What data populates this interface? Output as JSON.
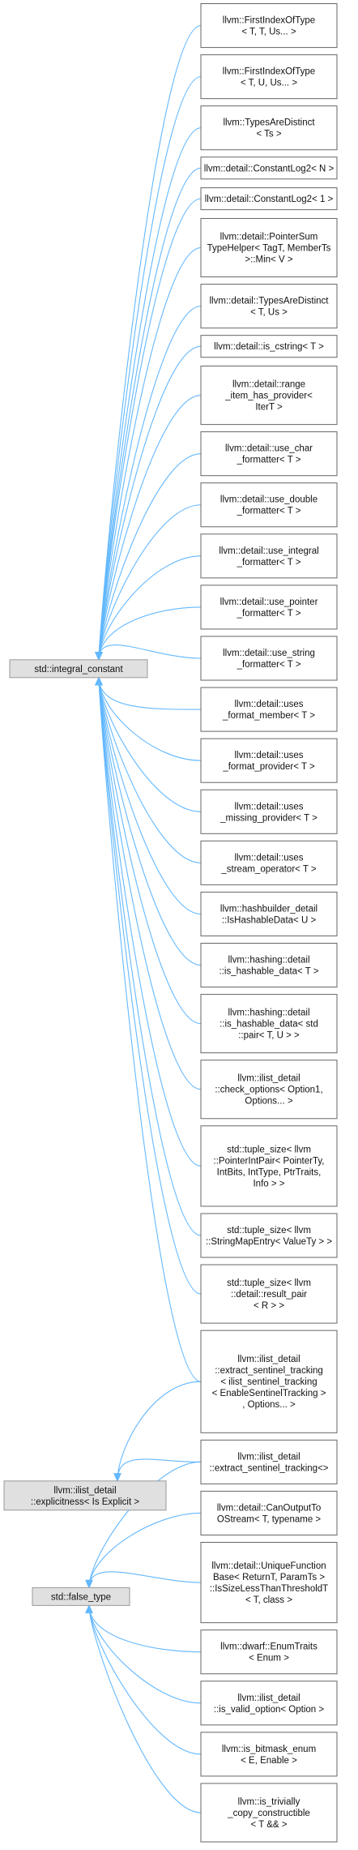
{
  "bases": [
    {
      "id": "integral",
      "lines": [
        "std::integral_constant"
      ]
    },
    {
      "id": "explicitness",
      "lines": [
        "llvm::ilist_detail",
        "::explicitness< Is Explicit >"
      ]
    },
    {
      "id": "falsetype",
      "lines": [
        "std::false_type"
      ]
    }
  ],
  "nodes": [
    {
      "id": "n0",
      "lines": [
        "llvm::FirstIndexOfType",
        "< T, T, Us... >"
      ],
      "parents": [
        "integral"
      ]
    },
    {
      "id": "n1",
      "lines": [
        "llvm::FirstIndexOfType",
        "< T, U, Us... >"
      ],
      "parents": [
        "integral"
      ]
    },
    {
      "id": "n2",
      "lines": [
        "llvm::TypesAreDistinct",
        "< Ts >"
      ],
      "parents": [
        "integral"
      ]
    },
    {
      "id": "n3",
      "lines": [
        "llvm::detail::ConstantLog2< N >"
      ],
      "parents": [
        "integral"
      ]
    },
    {
      "id": "n4",
      "lines": [
        "llvm::detail::ConstantLog2< 1 >"
      ],
      "parents": [
        "integral"
      ]
    },
    {
      "id": "n5",
      "lines": [
        "llvm::detail::PointerSum",
        "TypeHelper< TagT, MemberTs",
        ">::Min< V >"
      ],
      "parents": [
        "integral"
      ]
    },
    {
      "id": "n6",
      "lines": [
        "llvm::detail::TypesAreDistinct",
        "< T, Us >"
      ],
      "parents": [
        "integral"
      ]
    },
    {
      "id": "n7",
      "lines": [
        "llvm::detail::is_cstring< T >"
      ],
      "parents": [
        "integral"
      ]
    },
    {
      "id": "n8",
      "lines": [
        "llvm::detail::range",
        "_item_has_provider<",
        "IterT >"
      ],
      "parents": [
        "integral"
      ]
    },
    {
      "id": "n9",
      "lines": [
        "llvm::detail::use_char",
        "_formatter< T >"
      ],
      "parents": [
        "integral"
      ]
    },
    {
      "id": "n10",
      "lines": [
        "llvm::detail::use_double",
        "_formatter< T >"
      ],
      "parents": [
        "integral"
      ]
    },
    {
      "id": "n11",
      "lines": [
        "llvm::detail::use_integral",
        "_formatter< T >"
      ],
      "parents": [
        "integral"
      ]
    },
    {
      "id": "n12",
      "lines": [
        "llvm::detail::use_pointer",
        "_formatter< T >"
      ],
      "parents": [
        "integral"
      ]
    },
    {
      "id": "n13",
      "lines": [
        "llvm::detail::use_string",
        "_formatter< T >"
      ],
      "parents": [
        "integral"
      ]
    },
    {
      "id": "n14",
      "lines": [
        "llvm::detail::uses",
        "_format_member< T >"
      ],
      "parents": [
        "integral"
      ]
    },
    {
      "id": "n15",
      "lines": [
        "llvm::detail::uses",
        "_format_provider< T >"
      ],
      "parents": [
        "integral"
      ]
    },
    {
      "id": "n16",
      "lines": [
        "llvm::detail::uses",
        "_missing_provider< T >"
      ],
      "parents": [
        "integral"
      ]
    },
    {
      "id": "n17",
      "lines": [
        "llvm::detail::uses",
        "_stream_operator< T >"
      ],
      "parents": [
        "integral"
      ]
    },
    {
      "id": "n18",
      "lines": [
        "llvm::hashbuilder_detail",
        "::IsHashableData< U >"
      ],
      "parents": [
        "integral"
      ]
    },
    {
      "id": "n19",
      "lines": [
        "llvm::hashing::detail",
        "::is_hashable_data< T >"
      ],
      "parents": [
        "integral"
      ]
    },
    {
      "id": "n20",
      "lines": [
        "llvm::hashing::detail",
        "::is_hashable_data< std",
        "::pair< T, U > >"
      ],
      "parents": [
        "integral"
      ]
    },
    {
      "id": "n21",
      "lines": [
        "llvm::ilist_detail",
        "::check_options< Option1,",
        "Options... >"
      ],
      "parents": [
        "integral"
      ]
    },
    {
      "id": "n22",
      "lines": [
        "std::tuple_size< llvm",
        "::PointerIntPair< PointerTy,",
        "IntBits, IntType, PtrTraits,",
        "Info > >"
      ],
      "parents": [
        "integral"
      ]
    },
    {
      "id": "n23",
      "lines": [
        "std::tuple_size< llvm",
        "::StringMapEntry< ValueTy > >"
      ],
      "parents": [
        "integral"
      ]
    },
    {
      "id": "n24",
      "lines": [
        "std::tuple_size< llvm",
        "::detail::result_pair",
        "< R > >"
      ],
      "parents": [
        "integral"
      ]
    },
    {
      "id": "n25",
      "lines": [
        "llvm::ilist_detail",
        "::extract_sentinel_tracking",
        "< ilist_sentinel_tracking",
        "< EnableSentinelTracking >",
        ", Options... >"
      ],
      "parents": [
        "integral",
        "explicitness"
      ]
    },
    {
      "id": "n26",
      "lines": [
        "llvm::ilist_detail",
        "::extract_sentinel_tracking<>"
      ],
      "parents": [
        "explicitness",
        "falsetype"
      ]
    },
    {
      "id": "n27",
      "lines": [
        "llvm::detail::CanOutputTo",
        "OStream< T, typename >"
      ],
      "parents": [
        "falsetype"
      ]
    },
    {
      "id": "n28",
      "lines": [
        "llvm::detail::UniqueFunction",
        "Base< ReturnT, ParamTs >",
        "::IsSizeLessThanThresholdT",
        "< T, class >"
      ],
      "parents": [
        "falsetype"
      ]
    },
    {
      "id": "n29",
      "lines": [
        "llvm::dwarf::EnumTraits",
        "< Enum >"
      ],
      "parents": [
        "falsetype"
      ]
    },
    {
      "id": "n30",
      "lines": [
        "llvm::ilist_detail",
        "::is_valid_option< Option >"
      ],
      "parents": [
        "falsetype"
      ]
    },
    {
      "id": "n31",
      "lines": [
        "llvm::is_bitmask_enum",
        "< E, Enable >"
      ],
      "parents": [
        "falsetype"
      ]
    },
    {
      "id": "n32",
      "lines": [
        "llvm::is_trivially",
        "_copy_constructible",
        "< T && >"
      ],
      "parents": [
        "falsetype"
      ]
    }
  ]
}
